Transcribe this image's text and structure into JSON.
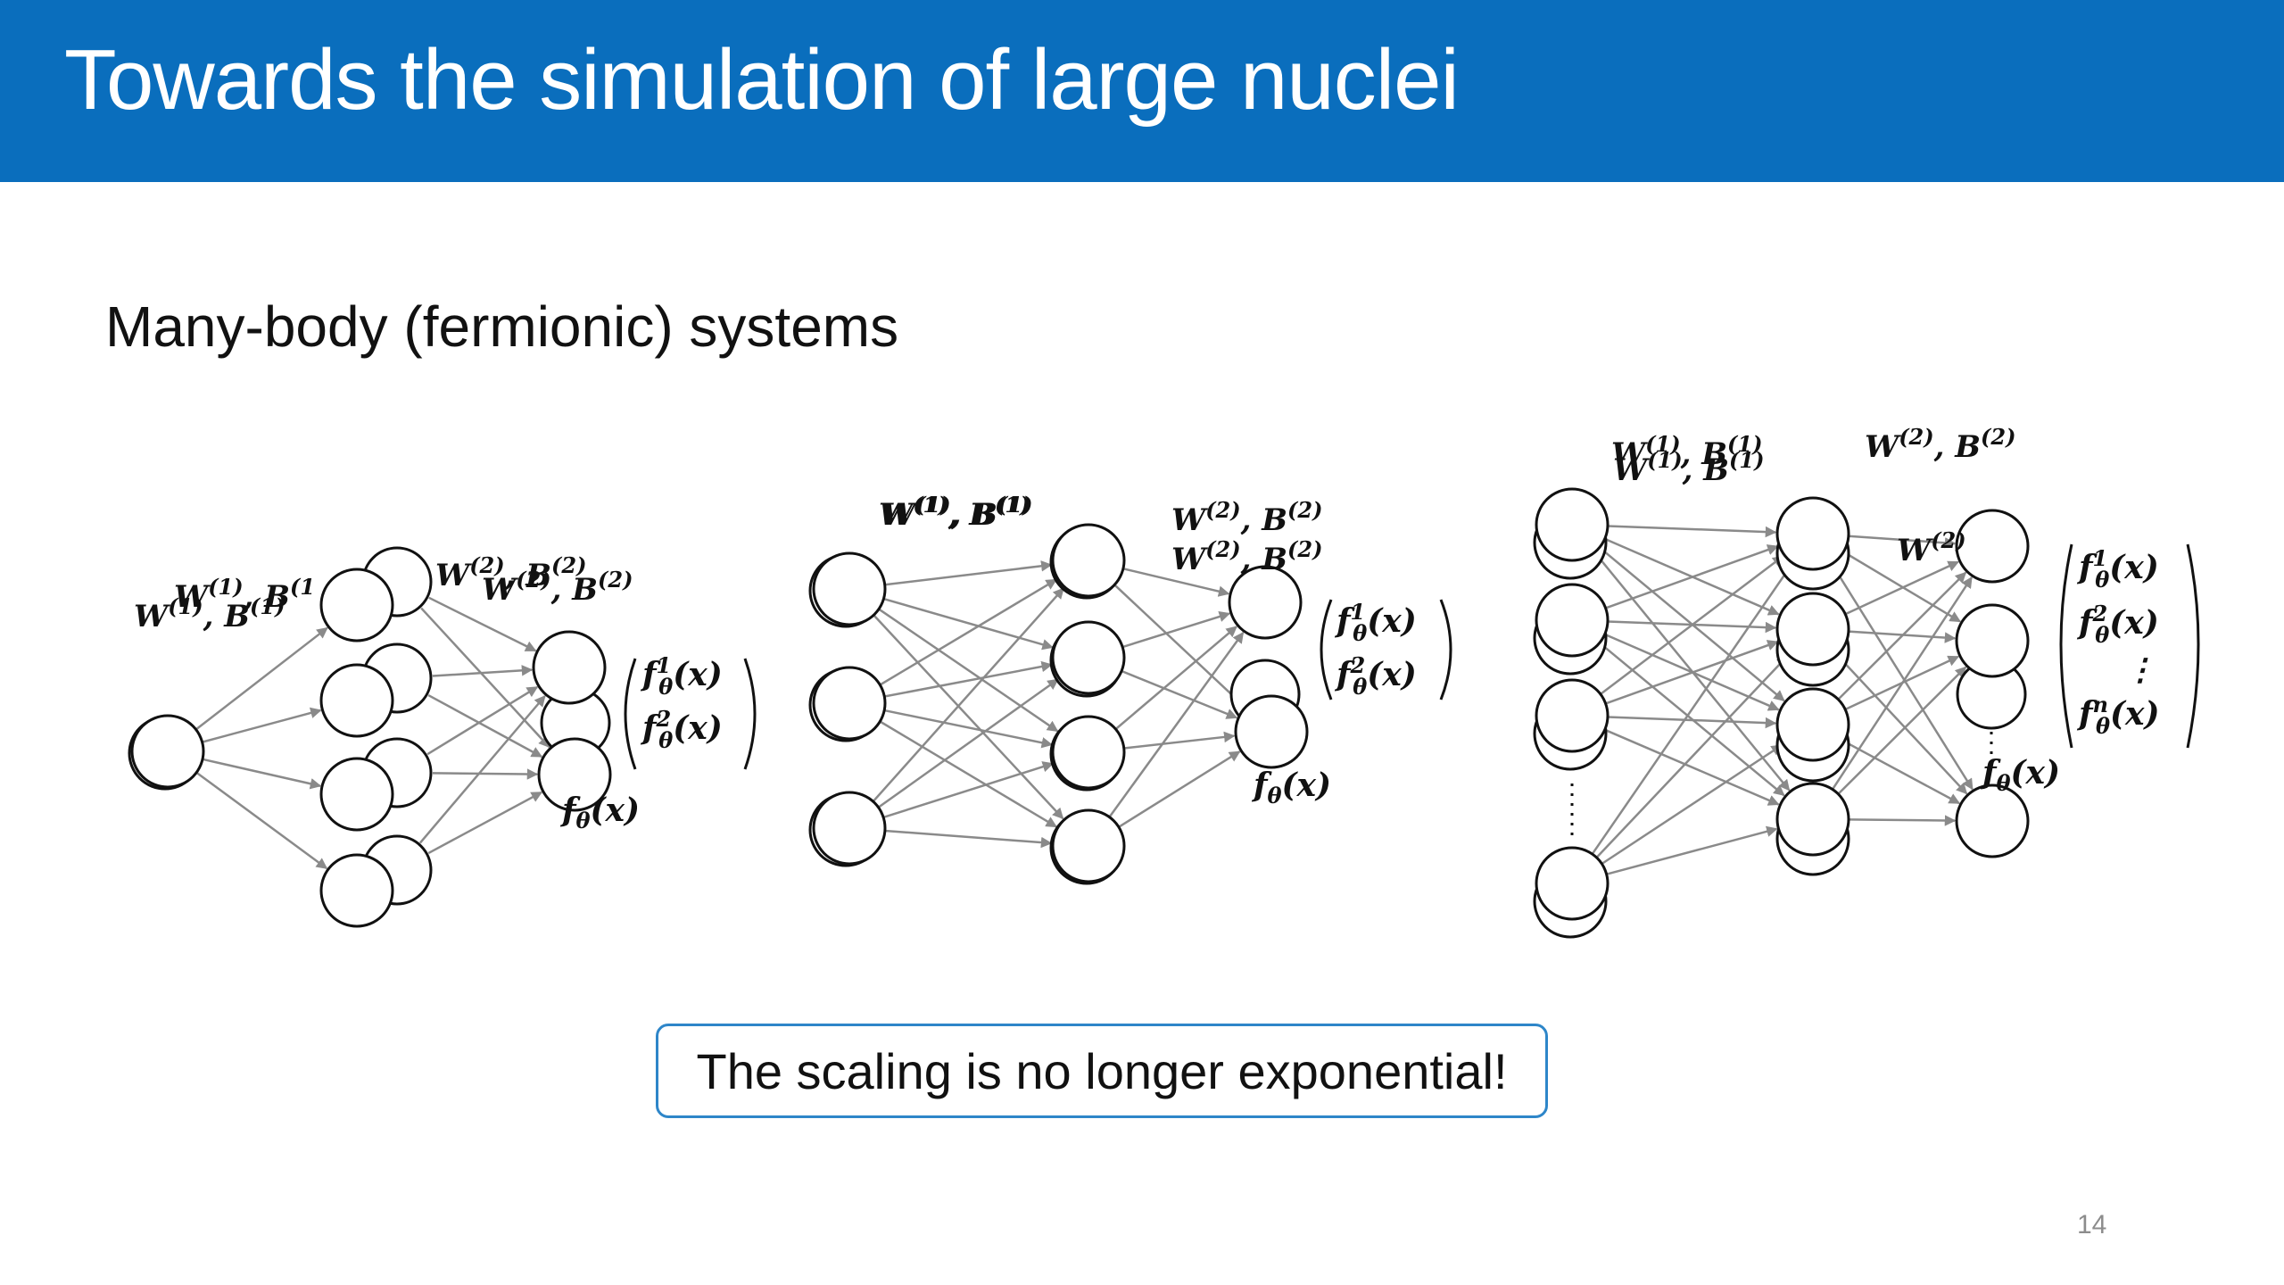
{
  "slide": {
    "title": "Towards the simulation of large nuclei",
    "subtitle": "Many-body (fermionic) systems",
    "callout": "The scaling is no longer exponential!",
    "page_number": "14"
  },
  "colors": {
    "title_bar": "#0a6ebd",
    "title_text": "#ffffff",
    "edge": "#8a8a8a",
    "node_stroke": "#111111",
    "callout_border": "#2e86c9"
  },
  "networks": [
    {
      "weights_in": "W(1), B(1)",
      "weights_out": "W(2), B(2)",
      "layers": [
        "1 input",
        "4 hidden",
        "2 outputs"
      ],
      "outputs": [
        "fθ1(x)",
        "fθ2(x)"
      ],
      "ghost_output": "fθ(x)"
    },
    {
      "weights_in": "W(1), B(1)",
      "weights_out": "W(2), B(2)",
      "layers": [
        "3 inputs",
        "4 hidden",
        "2 outputs"
      ],
      "outputs": [
        "fθ1(x)",
        "fθ2(x)"
      ],
      "ghost_output": "fθ(x)"
    },
    {
      "weights_in": "W(1), B(1)",
      "weights_out": "W(2), B(2)",
      "layers": [
        "n inputs",
        "4 hidden",
        "n outputs"
      ],
      "outputs": [
        "fθ1(x)",
        "fθ2(x)",
        "⋮",
        "fθn(x)"
      ],
      "ghost_output": "fθ(x)"
    }
  ]
}
